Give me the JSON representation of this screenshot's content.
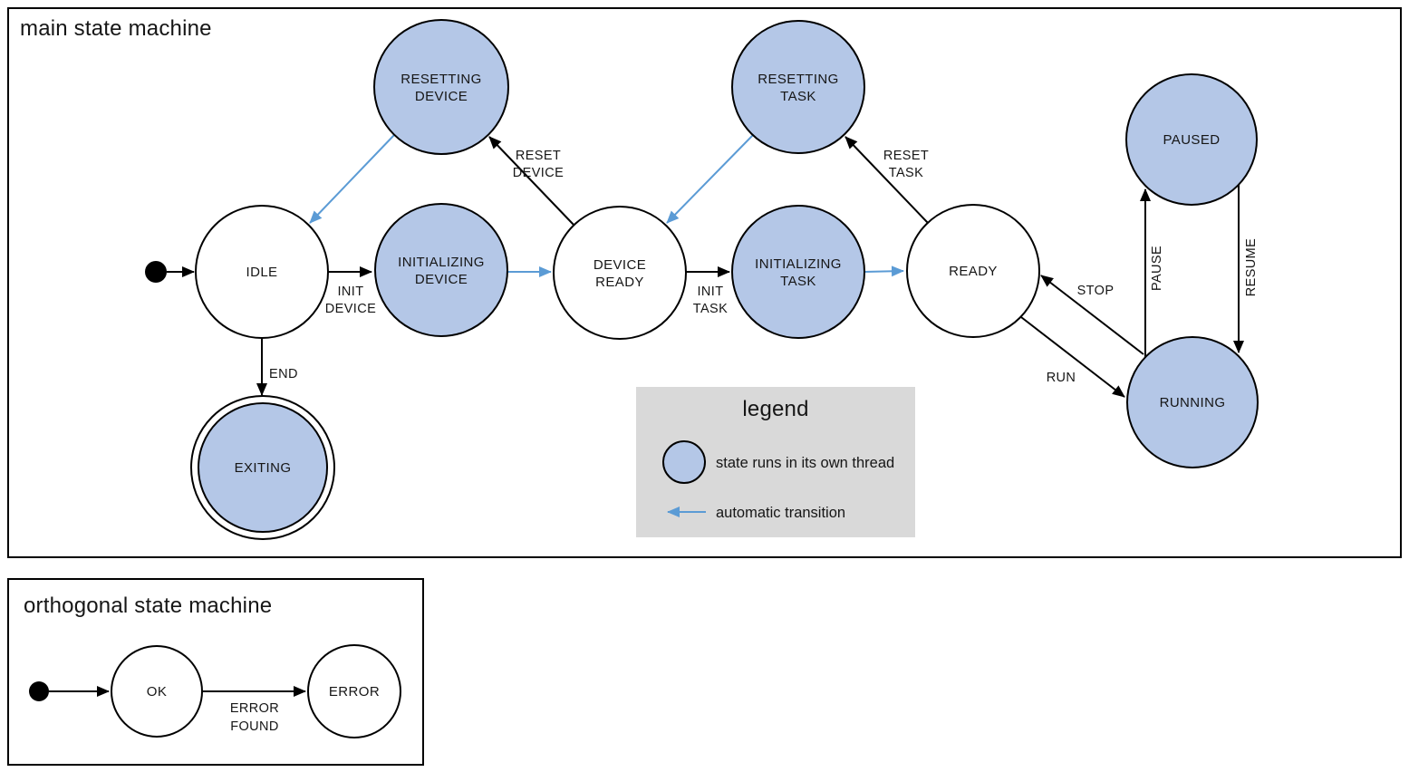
{
  "colors": {
    "threaded_state_fill": "#b4c7e7",
    "automatic_transition_blue": "#5b9bd5",
    "legend_background": "#d9d9d9",
    "outline_black": "#000000"
  },
  "main": {
    "title": "main state machine",
    "states": {
      "idle": {
        "label": "IDLE"
      },
      "resetting_device": {
        "line1": "RESETTING",
        "line2": "DEVICE"
      },
      "initializing_device": {
        "line1": "INITIALIZING",
        "line2": "DEVICE"
      },
      "device_ready": {
        "line1": "DEVICE",
        "line2": "READY"
      },
      "resetting_task": {
        "line1": "RESETTING",
        "line2": "TASK"
      },
      "initializing_task": {
        "line1": "INITIALIZING",
        "line2": "TASK"
      },
      "ready": {
        "label": "READY"
      },
      "paused": {
        "label": "PAUSED"
      },
      "running": {
        "label": "RUNNING"
      },
      "exiting": {
        "label": "EXITING"
      }
    },
    "transition_labels": {
      "init_device": {
        "line1": "INIT",
        "line2": "DEVICE"
      },
      "reset_device": {
        "line1": "RESET",
        "line2": "DEVICE"
      },
      "init_task": {
        "line1": "INIT",
        "line2": "TASK"
      },
      "reset_task": {
        "line1": "RESET",
        "line2": "TASK"
      },
      "end": "END",
      "run": "RUN",
      "stop": "STOP",
      "pause": "PAUSE",
      "resume": "RESUME"
    }
  },
  "legend": {
    "title": "legend",
    "threaded_state_label": "state runs in its own thread",
    "automatic_transition_label": "automatic transition"
  },
  "orthogonal": {
    "title": "orthogonal state machine",
    "states": {
      "ok": {
        "label": "OK"
      },
      "error": {
        "label": "ERROR"
      }
    },
    "transition_labels": {
      "error_found": {
        "line1": "ERROR",
        "line2": "FOUND"
      }
    }
  }
}
